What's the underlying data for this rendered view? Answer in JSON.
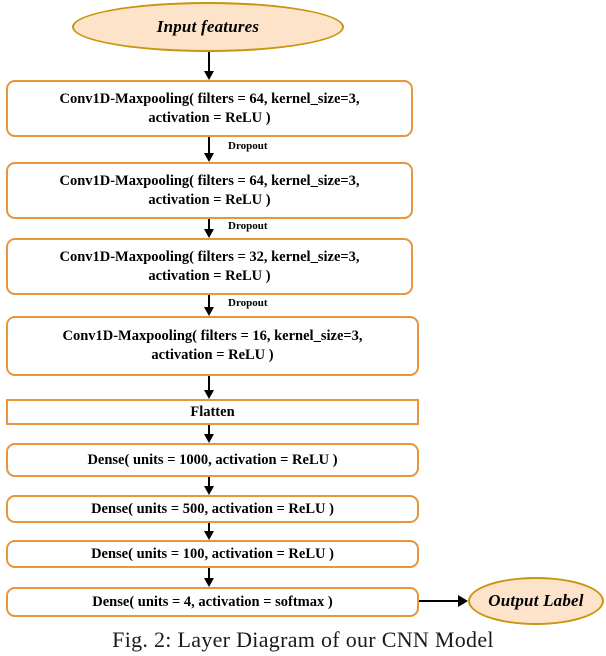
{
  "figure": {
    "caption": "Fig. 2: Layer Diagram of our CNN Model",
    "colors": {
      "terminator_fill": "#fce3ca",
      "terminator_border": "#c8960c",
      "process_fill": "#ffffff",
      "process_border": "#e8953c",
      "arrow": "#000000",
      "text": "#000000",
      "background": "#ffffff"
    }
  },
  "nodes": {
    "input_features": {
      "label": "Input features",
      "shape": "ellipse"
    },
    "conv_64_a": {
      "label": "Conv1D-Maxpooling( filters = 64, kernel_size=3, activation = ReLU )",
      "shape": "rounded-rect"
    },
    "conv_64_b": {
      "label": "Conv1D-Maxpooling( filters = 64, kernel_size=3, activation = ReLU )",
      "shape": "rounded-rect"
    },
    "conv_32": {
      "label": "Conv1D-Maxpooling( filters = 32, kernel_size=3, activation = ReLU )",
      "shape": "rounded-rect"
    },
    "conv_16": {
      "label": "Conv1D-Maxpooling( filters = 16, kernel_size=3, activation = ReLU )",
      "shape": "rounded-rect"
    },
    "flatten": {
      "label": "Flatten",
      "shape": "rect"
    },
    "dense_1000": {
      "label": "Dense( units = 1000, activation = ReLU )",
      "shape": "rounded-rect"
    },
    "dense_500": {
      "label": "Dense( units = 500, activation = ReLU )",
      "shape": "rounded-rect"
    },
    "dense_100": {
      "label": "Dense( units = 100, activation = ReLU )",
      "shape": "rounded-rect"
    },
    "dense_4": {
      "label": "Dense( units = 4, activation = softmax )",
      "shape": "rounded-rect"
    },
    "output_label": {
      "label": "Output Label",
      "shape": "ellipse"
    }
  },
  "edge_labels": {
    "dropout_1": "Dropout",
    "dropout_2": "Dropout",
    "dropout_3": "Dropout"
  },
  "chart_data": {
    "type": "diagram",
    "title": "Fig. 2: Layer Diagram of our CNN Model",
    "orientation": "top-to-bottom",
    "layers": [
      {
        "index": 0,
        "name": "Input features",
        "type": "input",
        "shape": "ellipse"
      },
      {
        "index": 1,
        "name": "Conv1D-Maxpooling",
        "type": "conv1d-maxpool",
        "filters": 64,
        "kernel_size": 3,
        "activation": "ReLU"
      },
      {
        "index": 2,
        "name": "Dropout",
        "type": "dropout"
      },
      {
        "index": 3,
        "name": "Conv1D-Maxpooling",
        "type": "conv1d-maxpool",
        "filters": 64,
        "kernel_size": 3,
        "activation": "ReLU"
      },
      {
        "index": 4,
        "name": "Dropout",
        "type": "dropout"
      },
      {
        "index": 5,
        "name": "Conv1D-Maxpooling",
        "type": "conv1d-maxpool",
        "filters": 32,
        "kernel_size": 3,
        "activation": "ReLU"
      },
      {
        "index": 6,
        "name": "Dropout",
        "type": "dropout"
      },
      {
        "index": 7,
        "name": "Conv1D-Maxpooling",
        "type": "conv1d-maxpool",
        "filters": 16,
        "kernel_size": 3,
        "activation": "ReLU"
      },
      {
        "index": 8,
        "name": "Flatten",
        "type": "flatten"
      },
      {
        "index": 9,
        "name": "Dense",
        "type": "dense",
        "units": 1000,
        "activation": "ReLU"
      },
      {
        "index": 10,
        "name": "Dense",
        "type": "dense",
        "units": 500,
        "activation": "ReLU"
      },
      {
        "index": 11,
        "name": "Dense",
        "type": "dense",
        "units": 100,
        "activation": "ReLU"
      },
      {
        "index": 12,
        "name": "Dense",
        "type": "dense",
        "units": 4,
        "activation": "softmax"
      },
      {
        "index": 13,
        "name": "Output Label",
        "type": "output",
        "shape": "ellipse"
      }
    ]
  }
}
